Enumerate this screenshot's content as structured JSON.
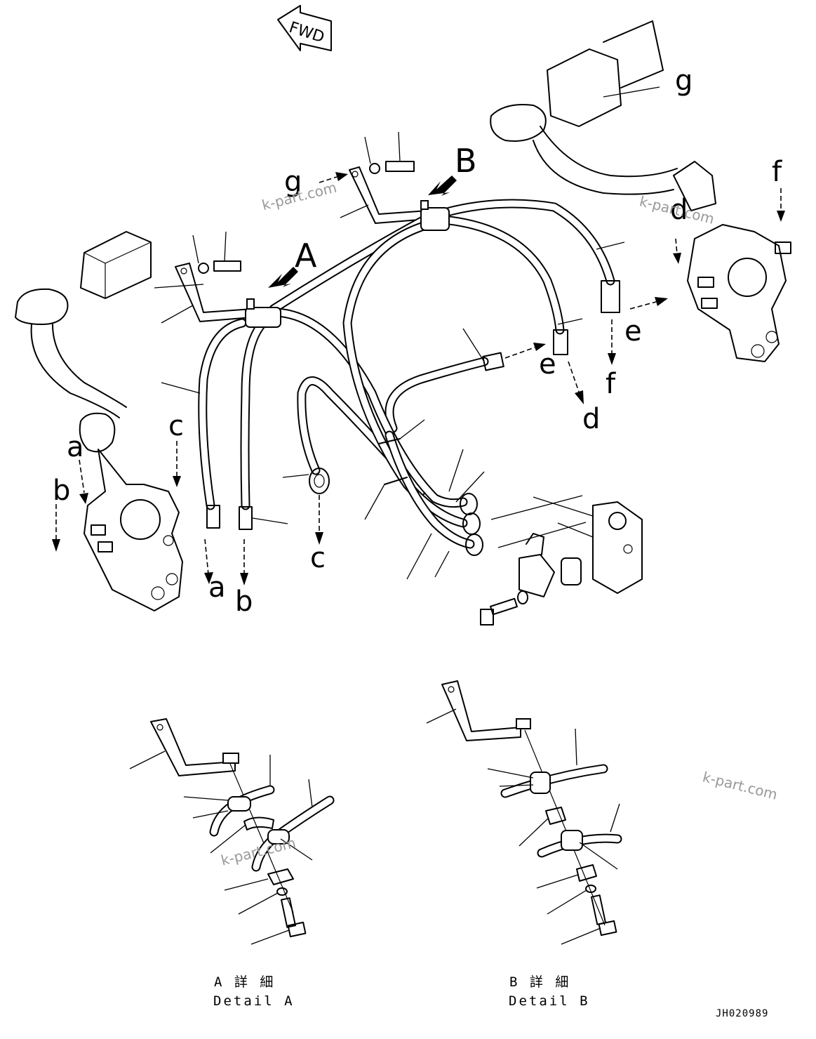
{
  "orientation": {
    "forward_label": "FWD"
  },
  "details": {
    "a": {
      "marker": "A",
      "caption_jp": "A 詳 細",
      "caption_en": "Detail A"
    },
    "b": {
      "marker": "B",
      "caption_jp": "B 詳 細",
      "caption_en": "Detail B"
    }
  },
  "connections": {
    "labels": [
      "a",
      "b",
      "c",
      "d",
      "e",
      "f",
      "g"
    ]
  },
  "watermark": "k-part.com",
  "drawing_number": "JH020989"
}
